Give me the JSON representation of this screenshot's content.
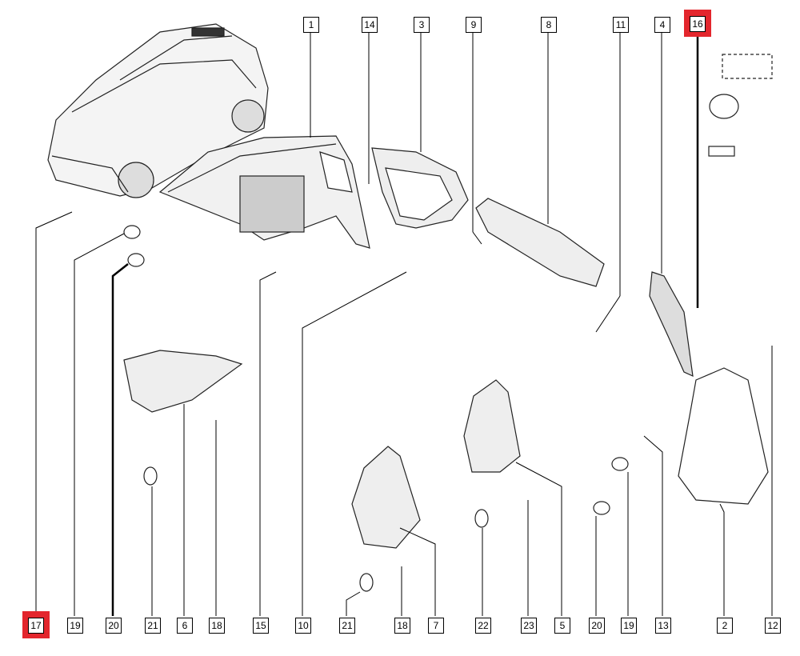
{
  "diagram": {
    "highlight_color": "#e3262d",
    "top_labels": [
      "1",
      "14",
      "3",
      "9",
      "8",
      "11",
      "4",
      "16"
    ],
    "bottom_labels": [
      "17",
      "19",
      "20",
      "21",
      "6",
      "18",
      "15",
      "10",
      "21",
      "18",
      "7",
      "22",
      "23",
      "5",
      "20",
      "19",
      "13",
      "2",
      "12"
    ],
    "highlighted": [
      "16",
      "17"
    ]
  }
}
